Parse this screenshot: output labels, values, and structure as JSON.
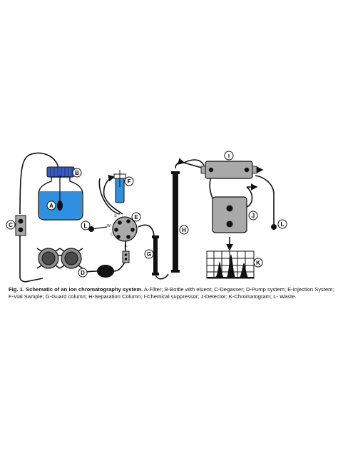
{
  "labels": {
    "A": "A",
    "B": "B",
    "C": "C",
    "D": "D",
    "E": "E",
    "F": "F",
    "G": "G",
    "H": "H",
    "I": "I",
    "J": "J",
    "K": "K",
    "L": "L"
  },
  "valve_ports": {
    "S": "S",
    "C": "C",
    "W": "W",
    "L": "L"
  },
  "caption": {
    "title": "Fig. 1.  Schematic of an ion chromatography system.",
    "text": " A-Filter; B-Bottle with eluent; C-Degasser; D-Pump system; E-Injection System; F-Vial Sample; G-Guard column; H-Separation Column; I-Chemical suppressor; J-Detector; K-Chromatogram; L- Waste."
  },
  "colors": {
    "bottle_cap": "#3b5cc4",
    "eluent": "#2f8fe0",
    "vial": "#2f8fe0",
    "component_gray": "#a9a9a9",
    "line": "#111111"
  }
}
